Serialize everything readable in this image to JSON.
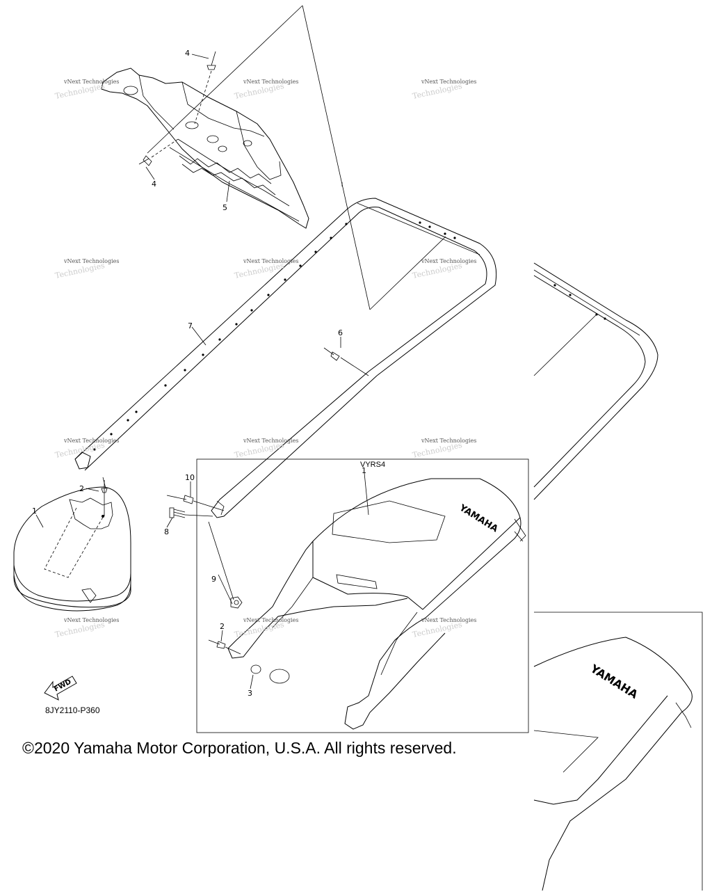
{
  "diagram": {
    "part_code": "8JY2110-P360",
    "copyright": "©2020 Yamaha Motor Corporation, U.S.A. All rights reserved.",
    "set_label": "VYRS4",
    "fwd_arrow_label": "FWD",
    "brand_mark": "YAMAHA",
    "watermark_line1": "vNext Technologies",
    "watermark_line2": "Technologies",
    "callouts": {
      "c1_left": "1",
      "c1_box": "1",
      "c2_left": "2",
      "c2_box": "2",
      "c3": "3",
      "c4_top": "4",
      "c4_mid": "4",
      "c5": "5",
      "c6": "6",
      "c7": "7",
      "c8": "8",
      "c9": "9",
      "c10": "10"
    }
  }
}
